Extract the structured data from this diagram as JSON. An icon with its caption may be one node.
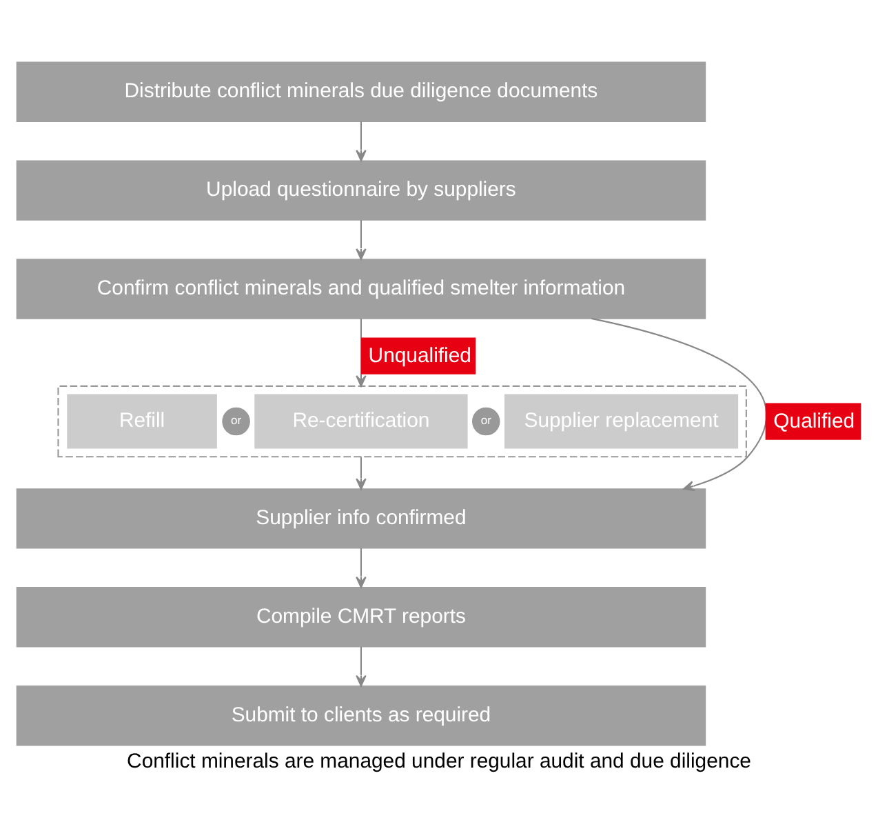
{
  "diagram": {
    "caption": "Conflict minerals are managed under regular audit and due diligence",
    "nodes": [
      {
        "text": [
          "Distribute conflict minerals due diligence documents"
        ]
      },
      {
        "text": [
          "Upload questionnaire by suppliers"
        ]
      },
      {
        "text": [
          "Confirm conflict minerals and qualified smelter information"
        ]
      },
      {
        "text": [],
        "shape": "box"
      },
      {
        "text": [
          "Refill"
        ],
        "in": 3
      },
      {
        "text": [
          "or"
        ],
        "in": 3
      },
      {
        "text": [
          "Re-certification"
        ],
        "in": 3
      },
      {
        "text": [
          "or"
        ],
        "in": 3
      },
      {
        "text": [
          "Supplier replacement"
        ],
        "in": 3
      },
      {
        "text": [
          "Supplier info confirmed"
        ]
      },
      {
        "text": [
          "Compile CMRT reports"
        ]
      },
      {
        "text": [
          "Submit to clients as required"
        ]
      }
    ],
    "edges": [
      {
        "from": 0,
        "to": 1,
        "arrow": "to"
      },
      {
        "from": 1,
        "to": 2,
        "arrow": "to"
      },
      {
        "from": 2,
        "to": 3,
        "arrow": "to",
        "label": "Unqualified"
      },
      {
        "from": 3,
        "to": 9,
        "arrow": "to"
      },
      {
        "from": 2,
        "to": 9,
        "arrow": "to",
        "label": "Qualified"
      },
      {
        "from": 9,
        "to": 10,
        "arrow": "to"
      },
      {
        "from": 10,
        "to": 11,
        "arrow": "to"
      }
    ]
  }
}
